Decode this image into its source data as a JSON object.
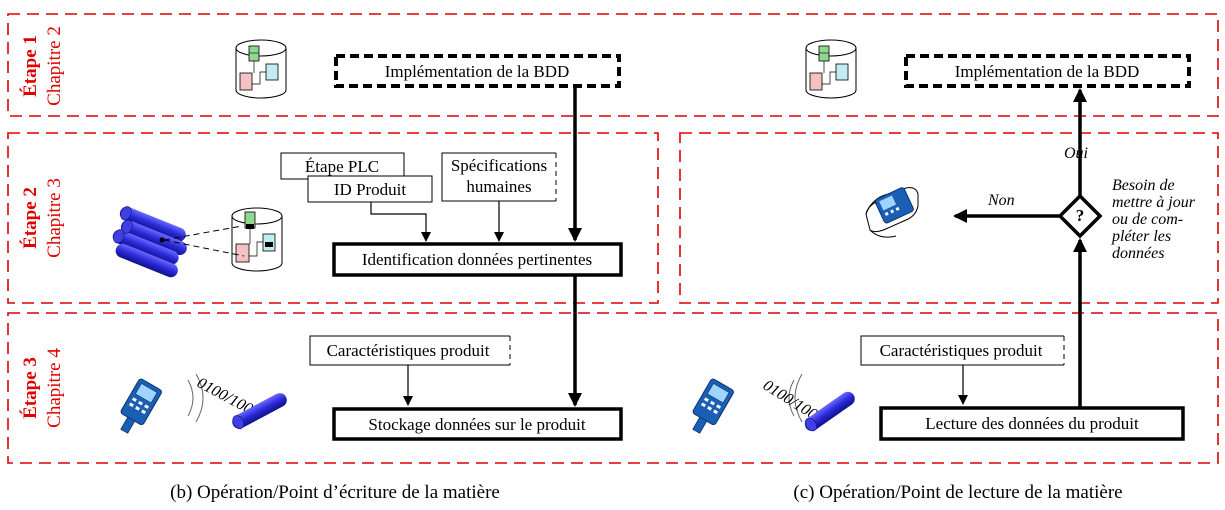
{
  "stages": [
    {
      "etape": "Étape 1",
      "chapitre": "Chapitre 2"
    },
    {
      "etape": "Étape 2",
      "chapitre": "Chapitre 3"
    },
    {
      "etape": "Étape 3",
      "chapitre": "Chapitre 4"
    }
  ],
  "left": {
    "impl_bdd": "Implémentation de la BDD",
    "etape_plc": "Étape PLC",
    "id_produit": "ID Produit",
    "specs_line1": "Spécifications",
    "specs_line2": "humaines",
    "identification": "Identification données pertinentes",
    "caracteristiques": "Caractéristiques produit",
    "stockage": "Stockage données sur le produit",
    "binary": "0100/1000",
    "caption": "(b)  Opération/Point d’écriture de la matière"
  },
  "right": {
    "impl_bdd": "Implémentation de la BDD",
    "oui": "Oui",
    "non": "Non",
    "decision": "?",
    "question_lines": [
      "Besoin de",
      "mettre à jour",
      "ou de com-",
      "pléter les",
      "données"
    ],
    "caracteristiques": "Caractéristiques produit",
    "lecture": "Lecture des données du produit",
    "binary": "0100/1000",
    "caption": "(c)  Opération/Point de lecture de la matière"
  },
  "colors": {
    "stage_border": "#e00000",
    "stage_text": "#e00000",
    "pipe": "#2020c0",
    "scanner": "#1a5fb4"
  }
}
